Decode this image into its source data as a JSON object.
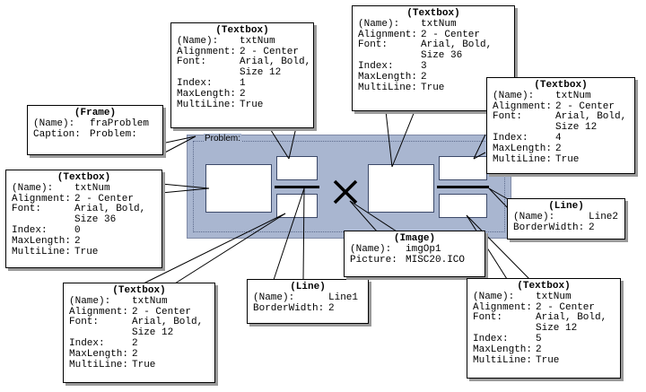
{
  "frame": {
    "caption": "Problem:"
  },
  "boxes": {
    "frame": {
      "title": "(Frame)",
      "props": [
        {
          "k": "(Name):",
          "v": "fraProblem"
        },
        {
          "k": "Caption:",
          "v": "Problem:"
        }
      ]
    },
    "tb0": {
      "title": "(Textbox)",
      "props": [
        {
          "k": "(Name):",
          "v": "txtNum"
        },
        {
          "k": "Alignment:",
          "v": "2 - Center"
        },
        {
          "k": "Font:",
          "v": "Arial, Bold,\nSize 36"
        },
        {
          "k": "Index:",
          "v": "0"
        },
        {
          "k": "MaxLength:",
          "v": "2"
        },
        {
          "k": "MultiLine:",
          "v": "True"
        }
      ]
    },
    "tb1": {
      "title": "(Textbox)",
      "props": [
        {
          "k": "(Name):",
          "v": "txtNum"
        },
        {
          "k": "Alignment:",
          "v": "2 - Center"
        },
        {
          "k": "Font:",
          "v": "Arial, Bold,\nSize 12"
        },
        {
          "k": "Index:",
          "v": "1"
        },
        {
          "k": "MaxLength:",
          "v": "2"
        },
        {
          "k": "MultiLine:",
          "v": "True"
        }
      ]
    },
    "tb2": {
      "title": "(Textbox)",
      "props": [
        {
          "k": "(Name):",
          "v": "txtNum"
        },
        {
          "k": "Alignment:",
          "v": "2 - Center"
        },
        {
          "k": "Font:",
          "v": "Arial, Bold,\nSize 12"
        },
        {
          "k": "Index:",
          "v": "2"
        },
        {
          "k": "MaxLength:",
          "v": "2"
        },
        {
          "k": "MultiLine:",
          "v": "True"
        }
      ]
    },
    "tb3": {
      "title": "(Textbox)",
      "props": [
        {
          "k": "(Name):",
          "v": "txtNum"
        },
        {
          "k": "Alignment:",
          "v": "2 - Center"
        },
        {
          "k": "Font:",
          "v": "Arial, Bold,\nSize 36"
        },
        {
          "k": "Index:",
          "v": "3"
        },
        {
          "k": "MaxLength:",
          "v": "2"
        },
        {
          "k": "MultiLine:",
          "v": "True"
        }
      ]
    },
    "tb4": {
      "title": "(Textbox)",
      "props": [
        {
          "k": "(Name):",
          "v": "txtNum"
        },
        {
          "k": "Alignment:",
          "v": "2 - Center"
        },
        {
          "k": "Font:",
          "v": "Arial, Bold,\nSize 12"
        },
        {
          "k": "Index:",
          "v": "4"
        },
        {
          "k": "MaxLength:",
          "v": "2"
        },
        {
          "k": "MultiLine:",
          "v": "True"
        }
      ]
    },
    "tb5": {
      "title": "(Textbox)",
      "props": [
        {
          "k": "(Name):",
          "v": "txtNum"
        },
        {
          "k": "Alignment:",
          "v": "2 - Center"
        },
        {
          "k": "Font:",
          "v": "Arial, Bold,\nSize 12"
        },
        {
          "k": "Index:",
          "v": "5"
        },
        {
          "k": "MaxLength:",
          "v": "2"
        },
        {
          "k": "MultiLine:",
          "v": "True"
        }
      ]
    },
    "line1": {
      "title": "(Line)",
      "props": [
        {
          "k": "(Name):",
          "v": "Line1"
        },
        {
          "k": "BorderWidth:",
          "v": "2"
        }
      ]
    },
    "line2": {
      "title": "(Line)",
      "props": [
        {
          "k": "(Name):",
          "v": "Line2"
        },
        {
          "k": "BorderWidth:",
          "v": "2"
        }
      ]
    },
    "image": {
      "title": "(Image)",
      "props": [
        {
          "k": "(Name):",
          "v": "imgOp1"
        },
        {
          "k": "Picture:",
          "v": "MISC20.ICO"
        }
      ]
    }
  },
  "colors": {
    "frame_bg": "#a9b6d0",
    "textbox_border": "#3d4a6a",
    "shadow": "#9a9a9a"
  },
  "icons": {
    "operator": "x-multiply-icon"
  }
}
